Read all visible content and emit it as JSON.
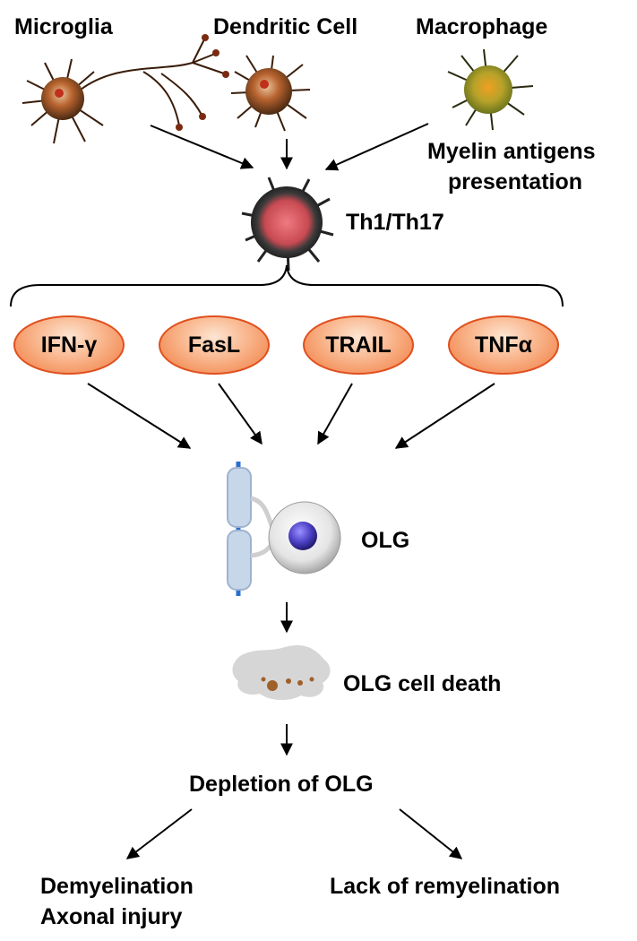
{
  "cells": {
    "microglia": "Microglia",
    "dendritic_cell": "Dendritic Cell",
    "macrophage": "Macrophage",
    "presentation_line1": "Myelin antigens",
    "presentation_line2": "presentation",
    "th_cell": "Th1/Th17"
  },
  "mediators": [
    "IFN-γ",
    "FasL",
    "TRAIL",
    "TNFα"
  ],
  "olg": {
    "label": "OLG",
    "death": "OLG cell death",
    "depletion": "Depletion of OLG"
  },
  "outcomes": {
    "left_line1": "Demyelination",
    "left_line2": "Axonal injury",
    "right": "Lack of  remyelination"
  },
  "colors": {
    "mediator_fill": "#f7a070",
    "mediator_border": "#e0501e",
    "nucleus": "#4b3fc4"
  }
}
